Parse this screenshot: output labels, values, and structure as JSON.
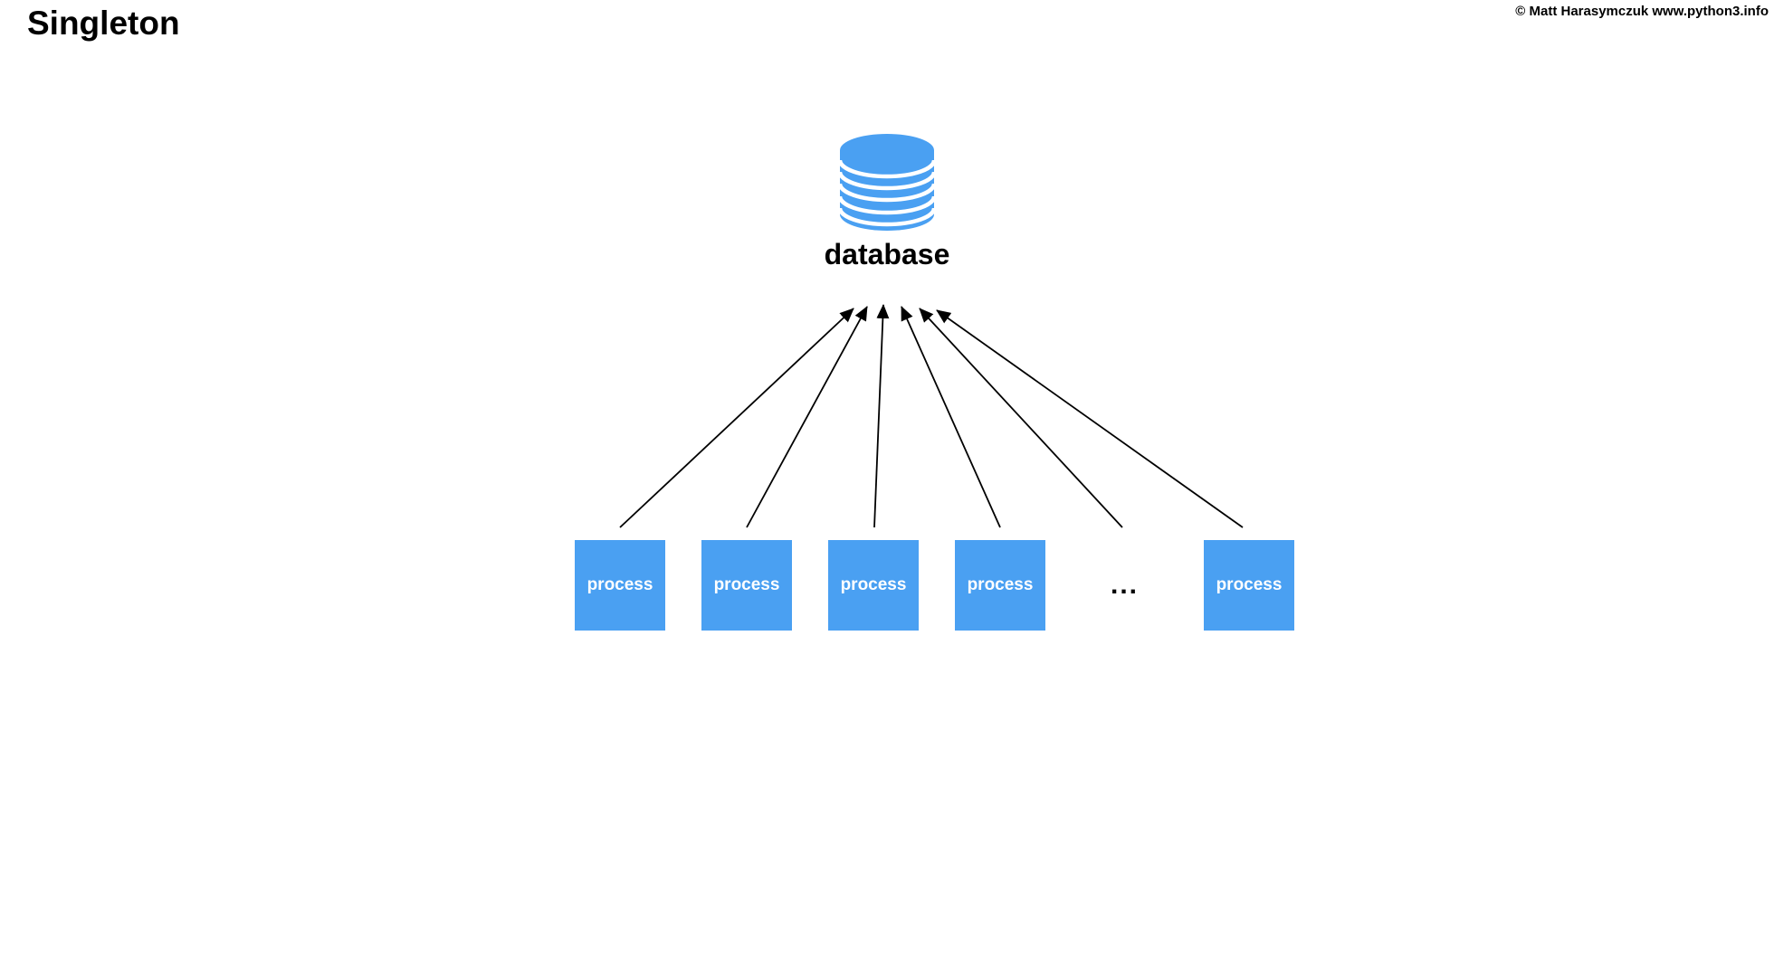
{
  "page": {
    "title": "Singleton",
    "copyright": "© Matt Harasymczuk www.python3.info",
    "background_color": "#ffffff",
    "text_color": "#000000"
  },
  "diagram": {
    "accent_color": "#4aa0f2",
    "arrow_color": "#000000",
    "database": {
      "icon": "database-cylinder-icon",
      "label": "database"
    },
    "processes": [
      {
        "label": "process"
      },
      {
        "label": "process"
      },
      {
        "label": "process"
      },
      {
        "label": "process"
      },
      {
        "label": "process"
      }
    ],
    "ellipsis": "...",
    "arrows_count": 6,
    "process_text_color": "#ffffff"
  }
}
